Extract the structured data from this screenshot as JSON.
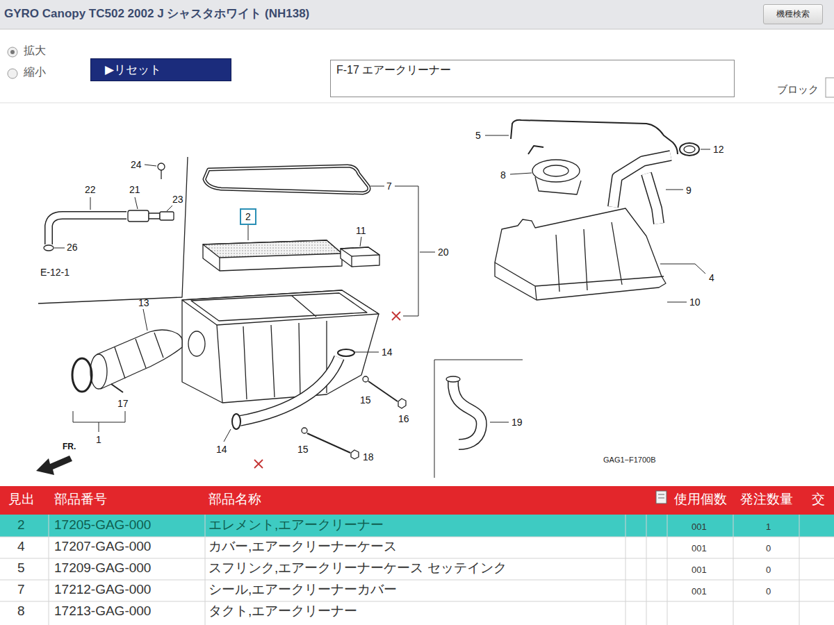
{
  "diagram": {
    "nodes": [
      {
        "text": [
          "機種検索"
        ]
      },
      {
        "text": [
          "▶リセット"
        ]
      },
      {
        "text": [
          "F-17 エアークリーナー"
        ]
      },
      {
        "text": [
          "2"
        ]
      }
    ],
    "labels": [
      "GYRO Canopy TC502 2002 J シャスタホワイト (NH138)",
      "拡大",
      "縮小",
      "ブロック",
      "24",
      "22",
      "21",
      "23",
      "26",
      "E-12-1",
      "7",
      "11",
      "20",
      "13",
      "14",
      "15",
      "16",
      "17",
      "1",
      "14",
      "15",
      "18",
      "19",
      "5",
      "12",
      "8",
      "9",
      "4",
      "10",
      "FR.",
      "GAG1−F1700B",
      "見出",
      "部品番号",
      "部品名称",
      "使用個数",
      "発注数量",
      "交",
      "2",
      "17205-GAG-000",
      "エレメント,エアークリーナー",
      "001",
      "1",
      "4",
      "17207-GAG-000",
      "カバー,エアークリーナーケース",
      "001",
      "0",
      "5",
      "17209-GAG-000",
      "スフリンク,エアークリーナーケース セッテインク",
      "001",
      "0",
      "7",
      "17212-GAG-000",
      "シール,エアークリーナーカバー",
      "001",
      "0",
      "8",
      "17213-GAG-000",
      "タクト,エアークリーナー"
    ]
  }
}
